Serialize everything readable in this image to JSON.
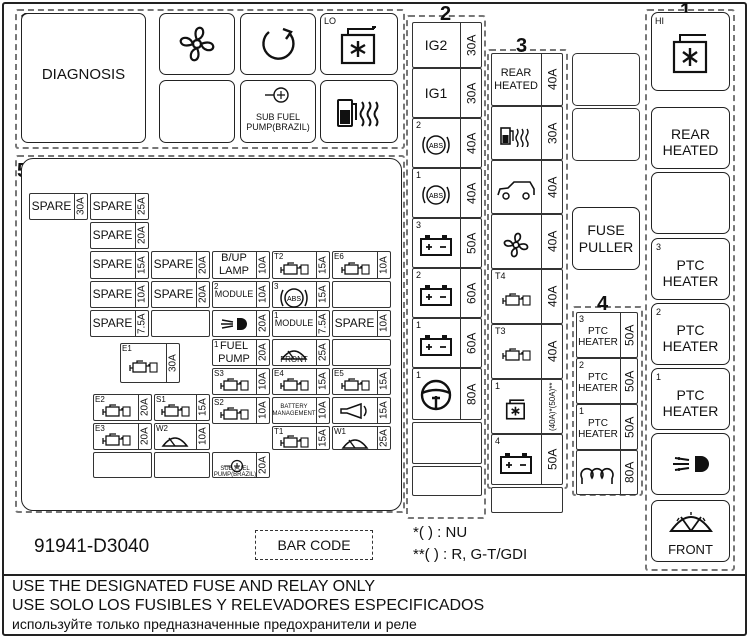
{
  "numbers": {
    "n1a": "1",
    "n1b": "1",
    "n2": "2",
    "n3": "3",
    "n4": "4",
    "n5": "5",
    "lo": "LO",
    "hi": "HI"
  },
  "block1": {
    "diagnosis": "DIAGNOSIS",
    "sub_fuel": "SUB FUEL\nPUMP(BRAZIL)"
  },
  "col2": [
    {
      "sub": "",
      "label": "IG2",
      "amp": "30A"
    },
    {
      "sub": "",
      "label": "IG1",
      "amp": "30A"
    },
    {
      "sub": "2",
      "label": "ABS",
      "amp": "40A"
    },
    {
      "sub": "1",
      "label": "ABS",
      "amp": "40A"
    },
    {
      "sub": "3",
      "label": "",
      "amp": "50A"
    },
    {
      "sub": "2",
      "label": "",
      "amp": "60A"
    },
    {
      "sub": "1",
      "label": "",
      "amp": "60A"
    },
    {
      "sub": "1",
      "label": "",
      "amp": "80A"
    }
  ],
  "col3": [
    {
      "label": "REAR\nHEATED",
      "amp": "40A"
    },
    {
      "label": "",
      "amp": "30A"
    },
    {
      "label": "",
      "amp": "40A"
    },
    {
      "label": "",
      "amp": "40A"
    },
    {
      "label": "T4",
      "amp": "40A"
    },
    {
      "label": "T3",
      "amp": "40A"
    },
    {
      "label": "1",
      "amp": "(40A)*(50A)**"
    },
    {
      "label": "4",
      "amp": "50A"
    }
  ],
  "fuse_puller": "FUSE\nPULLER",
  "block4": [
    {
      "sub": "3",
      "label": "PTC\nHEATER",
      "amp": "50A"
    },
    {
      "sub": "2",
      "label": "PTC\nHEATER",
      "amp": "50A"
    },
    {
      "sub": "1",
      "label": "PTC\nHEATER",
      "amp": "50A"
    },
    {
      "sub": "",
      "label": "",
      "amp": "80A"
    }
  ],
  "right_col": [
    {
      "sub": "",
      "label": "REAR\nHEATED"
    },
    {
      "sub": "3",
      "label": "PTC\nHEATER"
    },
    {
      "sub": "2",
      "label": "PTC\nHEATER"
    },
    {
      "sub": "1",
      "label": "PTC\nHEATER"
    },
    {
      "sub": "",
      "label": "FRONT"
    }
  ],
  "block5": {
    "spare": "SPARE",
    "a30": "30A",
    "a25": "25A",
    "a20": "20A",
    "a15": "15A",
    "a10": "10A",
    "a7": "7.5A",
    "bup_lamp": "B/UP\nLAMP",
    "module": "MODULE",
    "fuel_pump": "FUEL\nPUMP",
    "front": "FRONT",
    "battery_mgmt": "BATTERY\nMANAGEMENT",
    "sub_fuel_small": "SUB FUEL\nPUMP(BRAZIL)",
    "tags": {
      "T2": "T2",
      "E6": "E6",
      "S3": "S3",
      "E4": "E4",
      "E5": "E5",
      "E1": "E1",
      "E2": "E2",
      "S1": "S1",
      "S2": "S2",
      "E3": "E3",
      "W2": "W2",
      "T1": "T1",
      "W1": "W1",
      "n1": "1",
      "n2": "2",
      "n3": "3"
    },
    "abs": "ABS"
  },
  "part_number": "91941-D3040",
  "bar_code": "BAR CODE",
  "notes": {
    "nu": "*( ) : NU",
    "rg": "**( ) : R, G-T/GDI"
  },
  "footer": [
    "USE THE DESIGNATED FUSE AND RELAY ONLY",
    "USE SOLO LOS FUSIBLES Y RELEVADORES ESPECIFICADOS",
    "используйте только предназначенные предохранители и реле"
  ]
}
